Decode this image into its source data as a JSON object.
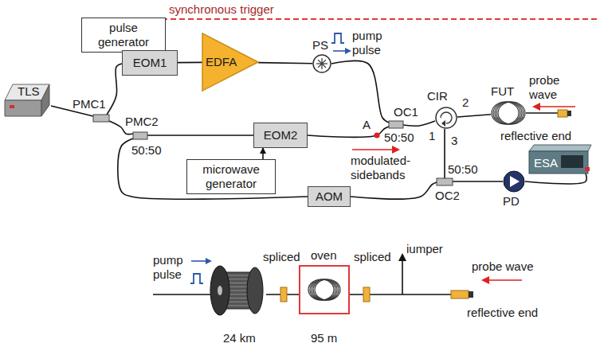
{
  "diagram": {
    "nodes": [
      {
        "text": [
          "pulse generator"
        ]
      },
      {
        "text": [
          "TLS"
        ]
      },
      {
        "text": [
          "PMC1"
        ]
      },
      {
        "text": [
          "EOM1"
        ]
      },
      {
        "text": [
          "EDFA"
        ]
      },
      {
        "text": [
          "PS"
        ]
      },
      {
        "text": [
          "OC1",
          "50:50"
        ]
      },
      {
        "text": [
          "CIR"
        ]
      },
      {
        "text": [
          "FUT"
        ]
      },
      {
        "text": [
          "ESA"
        ]
      },
      {
        "text": [
          "PMC2",
          "50:50"
        ]
      },
      {
        "text": [
          "EOM2"
        ]
      },
      {
        "text": [
          "microwave generator"
        ]
      },
      {
        "text": [
          "AOM"
        ]
      },
      {
        "text": [
          "50:50",
          "OC2"
        ]
      },
      {
        "text": [
          "PD"
        ]
      },
      {
        "text": [
          "24 km"
        ]
      },
      {
        "text": [
          "oven",
          "95 m"
        ]
      }
    ],
    "edges": [
      {
        "from": 0,
        "to": 3,
        "arrow": "to"
      },
      {
        "from": 1,
        "to": 2,
        "arrow": "none"
      },
      {
        "from": 2,
        "to": 3,
        "arrow": "none"
      },
      {
        "from": 2,
        "to": 10,
        "arrow": "none"
      },
      {
        "from": 3,
        "to": 4,
        "arrow": "none"
      },
      {
        "from": 4,
        "to": 5,
        "arrow": "none"
      },
      {
        "from": 5,
        "to": 6,
        "arrow": "none"
      },
      {
        "from": 10,
        "to": 11,
        "arrow": "none"
      },
      {
        "from": 11,
        "to": 6,
        "arrow": "none"
      },
      {
        "from": 12,
        "to": 11,
        "arrow": "to"
      },
      {
        "from": 10,
        "to": 13,
        "arrow": "none"
      },
      {
        "from": 13,
        "to": 14,
        "arrow": "none"
      },
      {
        "from": 6,
        "to": 7,
        "arrow": "none"
      },
      {
        "from": 7,
        "to": 8,
        "arrow": "none"
      },
      {
        "from": 7,
        "to": 14,
        "arrow": "none"
      },
      {
        "from": 14,
        "to": 15,
        "arrow": "none"
      },
      {
        "from": 15,
        "to": 9,
        "arrow": "none"
      },
      {
        "from": 16,
        "to": 17,
        "arrow": "none"
      }
    ],
    "labels": [
      "synchronous trigger",
      "pump pulse",
      "A",
      "modulated-sidebands",
      "1",
      "2",
      "3",
      "probe wave",
      "reflective end",
      "pump pulse",
      "spliced",
      "spliced",
      "iumper",
      "probe wave",
      "reflective end"
    ]
  }
}
